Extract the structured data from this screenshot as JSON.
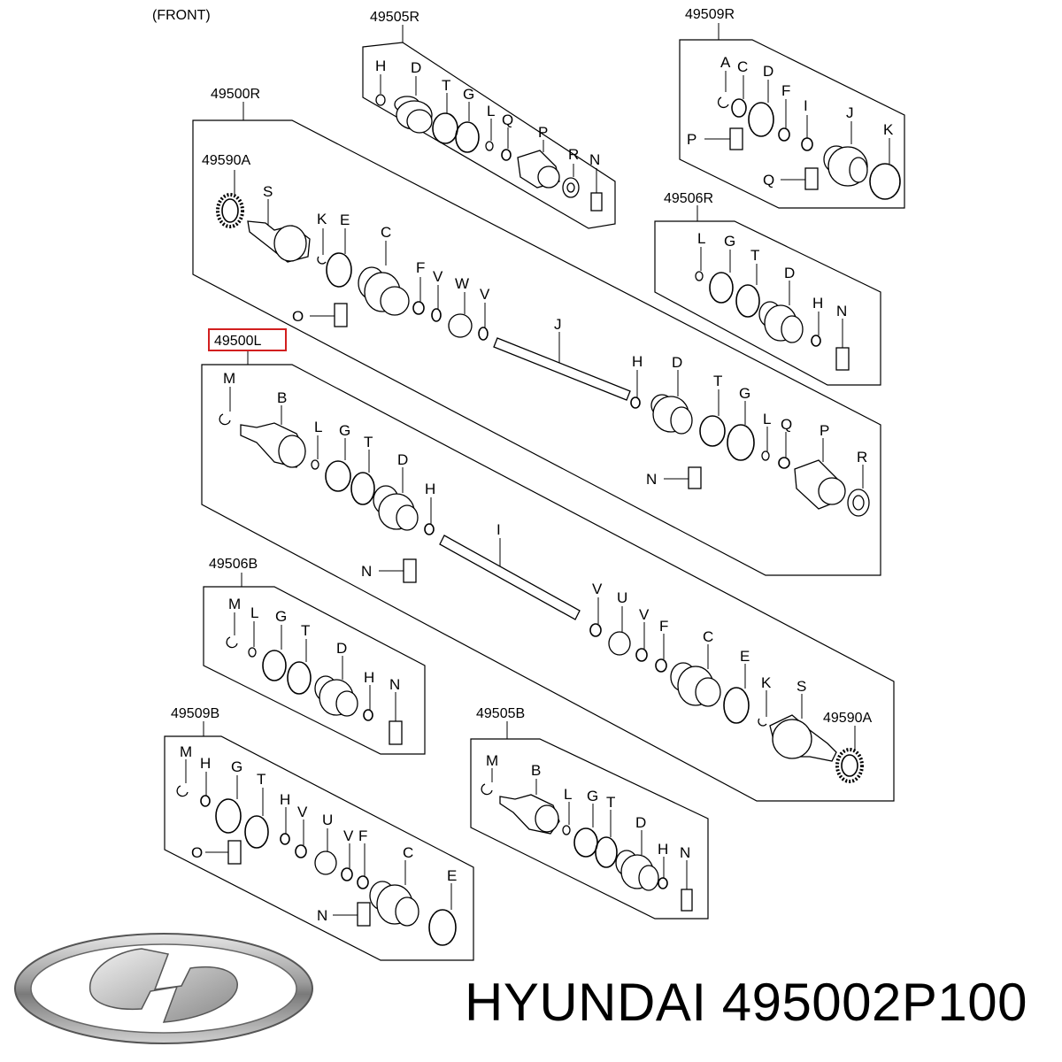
{
  "front_label": "(FRONT)",
  "groups": {
    "g49505R": "49505R",
    "g49509R": "49509R",
    "g49500R": "49500R",
    "g49506R": "49506R",
    "g49500L": "49500L",
    "g49506B": "49506B",
    "g49509B": "49509B",
    "g49505B": "49505B",
    "g49590A_top": "49590A",
    "g49590A_bottom": "49590A"
  },
  "highlight_color": "#d21f1f",
  "brand": {
    "logo": "hyundai-logo",
    "text": "HYUNDAI 495002P100"
  }
}
